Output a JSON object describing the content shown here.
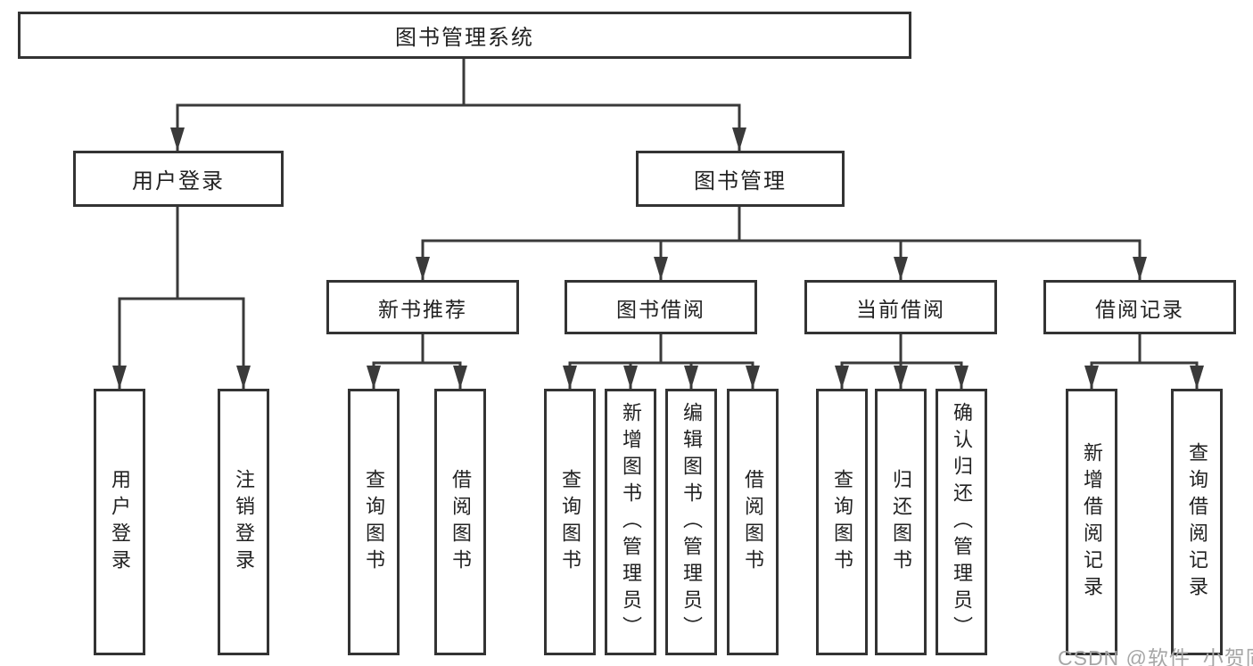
{
  "nodes": {
    "root": "图书管理系统",
    "user_login": "用户登录",
    "book_mgmt": "图书管理",
    "new_book_rec": "新书推荐",
    "book_borrow": "图书借阅",
    "current_borrow": "当前借阅",
    "borrow_record": "借阅记录",
    "ul_user_login": "用户登录",
    "ul_logout": "注销登录",
    "nbr_query_book": "查询图书",
    "nbr_borrow_book": "借阅图书",
    "bb_query_book": "查询图书",
    "bb_add_book": "新增图书（管理员）",
    "bb_edit_book": "编辑图书（管理员）",
    "bb_borrow_book": "借阅图书",
    "cb_query_book": "查询图书",
    "cb_return_book": "归还图书",
    "cb_confirm_return": "确认归还（管理员）",
    "br_add_record": "新增借阅记录",
    "br_query_record": "查询借阅记录"
  },
  "watermark": "CSDN @软件_小贺同学",
  "colors": {
    "line": "#3a3a3a",
    "box_border": "#333333",
    "text": "#222222",
    "watermark": "#a6a6a6",
    "background": "#ffffff"
  }
}
